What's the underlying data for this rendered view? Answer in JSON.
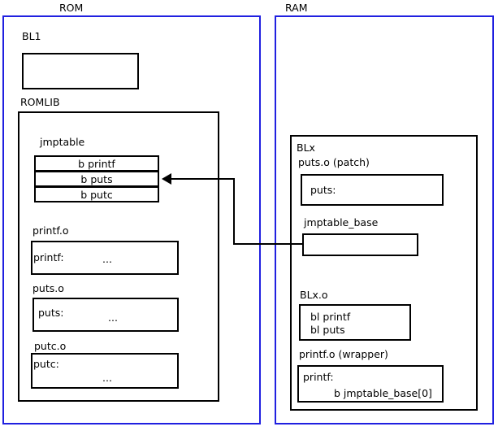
{
  "diagram": {
    "title_rom": "ROM",
    "title_ram": "RAM"
  },
  "rom": {
    "label": "ROM",
    "bl1": {
      "label": "BL1"
    },
    "romlib": {
      "label": "ROMLIB",
      "jmptable": {
        "label": "jmptable",
        "entries": [
          "b printf",
          "b puts",
          "b putc"
        ]
      },
      "objects": [
        {
          "label": "printf.o",
          "symbol": "printf:",
          "body": "..."
        },
        {
          "label": "puts.o",
          "symbol": "puts:",
          "body": "..."
        },
        {
          "label": "putc.o",
          "symbol": "putc:",
          "body": "..."
        }
      ]
    }
  },
  "ram": {
    "label": "RAM",
    "blx": {
      "label": "BLx",
      "puts_patch": {
        "label": "puts.o (patch)",
        "symbol": "puts:"
      },
      "jmptable_base": {
        "label": "jmptable_base"
      },
      "blx_o": {
        "label": "BLx.o",
        "lines": [
          "bl printf",
          "bl puts"
        ]
      },
      "printf_wrapper": {
        "label": "printf.o (wrapper)",
        "symbol": "printf:",
        "instruction": "b jmptable_base[0]"
      }
    }
  },
  "connector": {
    "from": "jmptable_base",
    "to": "b puts",
    "arrow_label": ""
  },
  "colors": {
    "region_border": "#2020e0",
    "box_border": "#000000",
    "background": "#ffffff",
    "text": "#000000"
  }
}
